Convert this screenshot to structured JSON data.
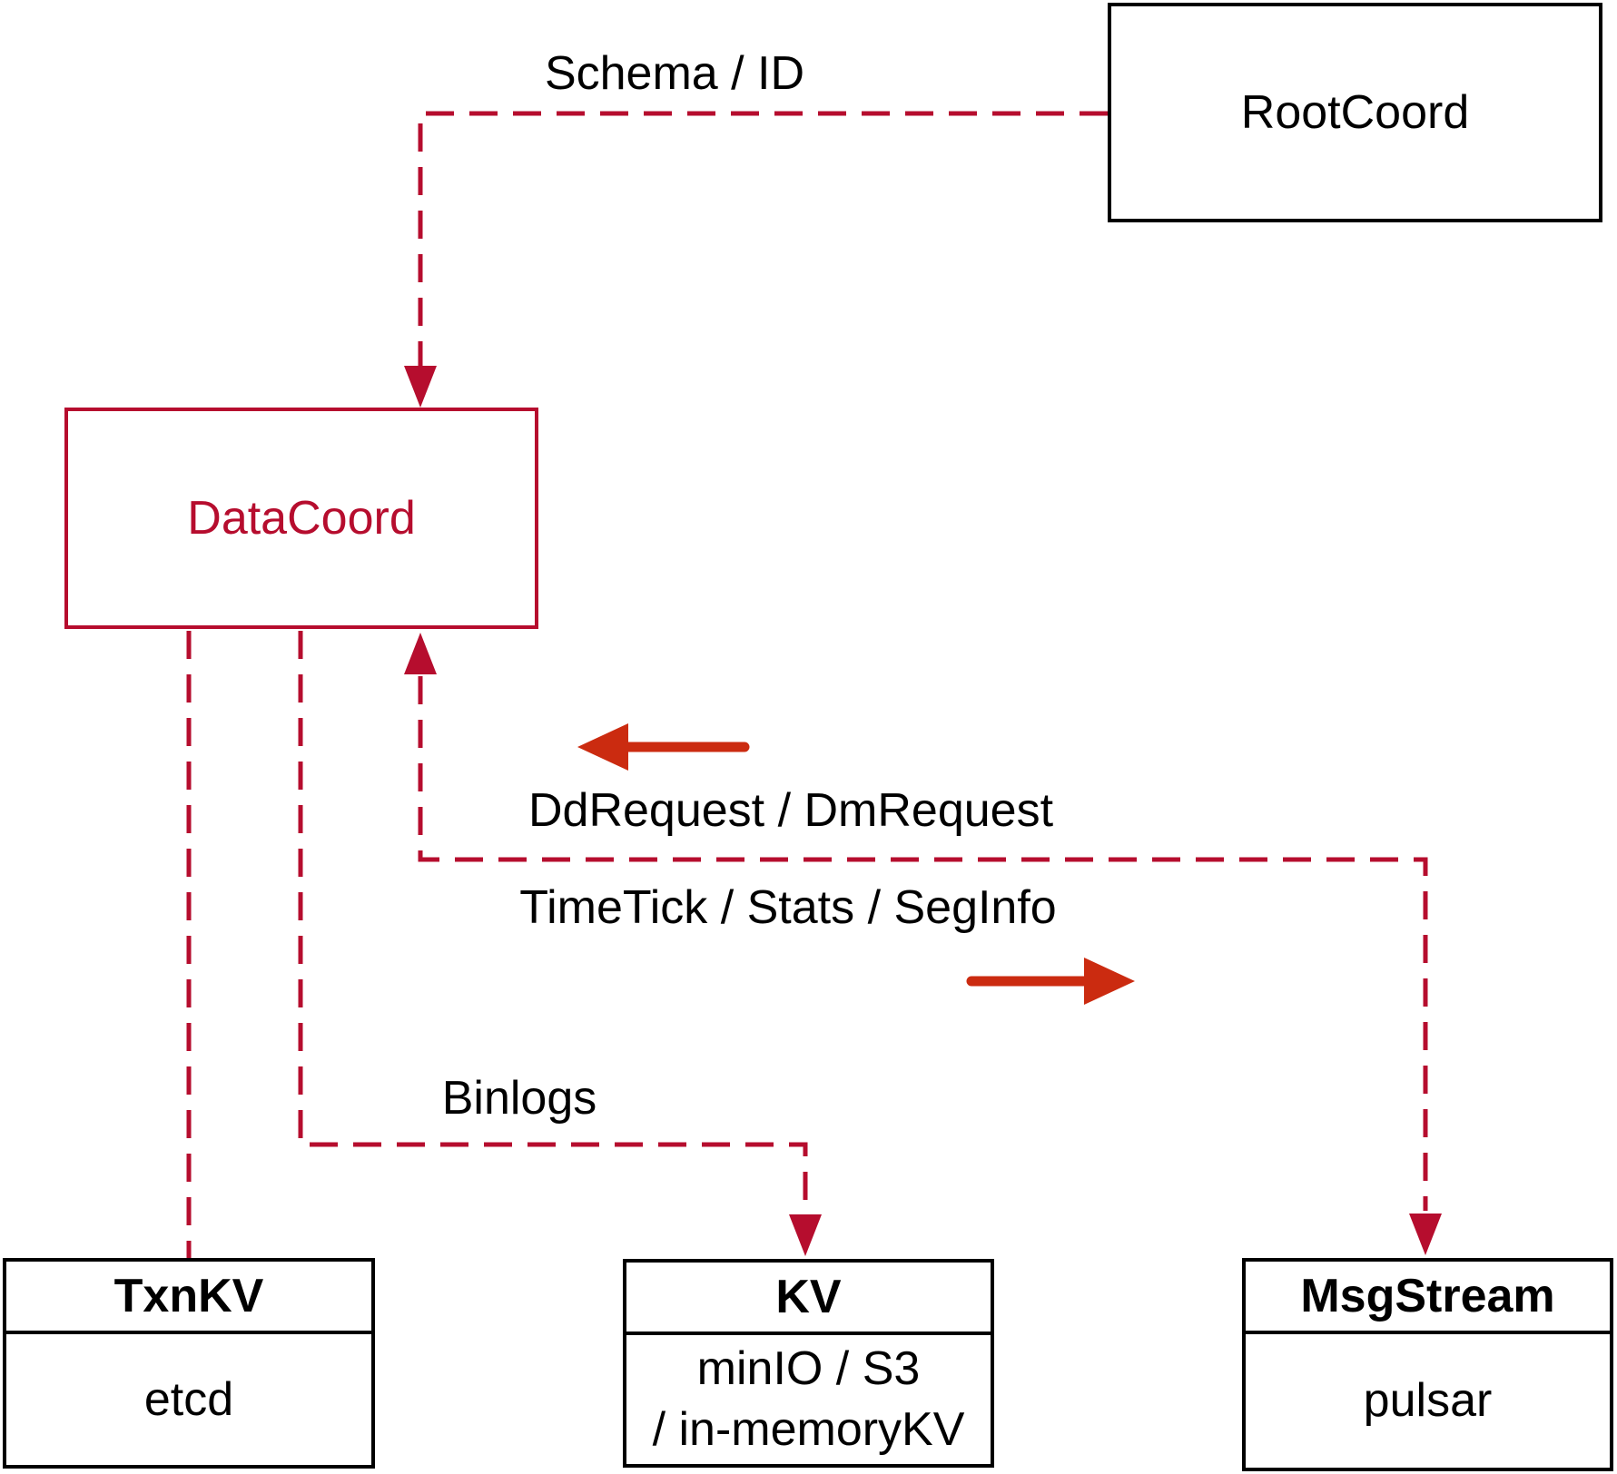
{
  "nodes": {
    "rootcoord": {
      "label": "RootCoord"
    },
    "datacoord": {
      "label": "DataCoord"
    },
    "txnkv": {
      "title": "TxnKV",
      "body": "etcd"
    },
    "kv": {
      "title": "KV",
      "body_line1": "minIO / S3",
      "body_line2": "/ in-memoryKV"
    },
    "msgstream": {
      "title": "MsgStream",
      "body": "pulsar"
    }
  },
  "edges": {
    "schema_id": {
      "label": "Schema / ID",
      "from": "RootCoord",
      "to": "DataCoord",
      "style": "dashed-arrow"
    },
    "dd_dm": {
      "label": "DdRequest / DmRequest",
      "direction": "toward DataCoord",
      "style": "dashed-arrow"
    },
    "timetick": {
      "label": "TimeTick / Stats / SegInfo",
      "direction": "toward MsgStream",
      "style": "dashed-arrow"
    },
    "binlogs": {
      "label": "Binlogs",
      "from": "DataCoord",
      "to": "KV",
      "style": "dashed-arrow"
    },
    "txnkv_link": {
      "label": "",
      "from": "DataCoord",
      "to": "TxnKV",
      "style": "dashed"
    }
  },
  "colors": {
    "connector_crimson": "#b60d2e",
    "flow_arrow_vermilion": "#cb2b10",
    "box_border_black": "#000000",
    "background_white": "#ffffff"
  }
}
